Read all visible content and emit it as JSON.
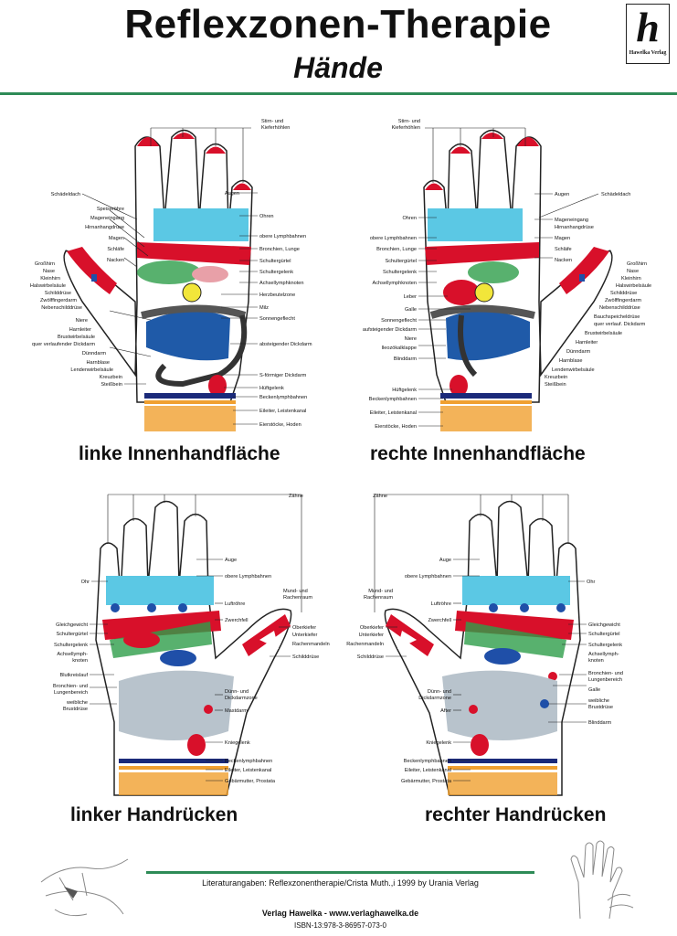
{
  "header": {
    "title": "Reflexzonen-Therapie",
    "subtitle": "Hände",
    "logo_letter": "h",
    "logo_text": "Hawelka Verlag"
  },
  "captions": {
    "palm_left": "linke Innenhandfläche",
    "palm_right": "rechte Innenhandfläche",
    "back_left": "linker Handrücken",
    "back_right": "rechter Handrücken"
  },
  "labels": {
    "pl": [
      "Stirn- und",
      "Kieferhöhlen",
      "Augen",
      "Ohren",
      "obere Lymphbahnen",
      "Bronchien, Lunge",
      "Schultergürtel",
      "Schultergelenk",
      "Achsellymphknoten",
      "Herzbeutelzone",
      "Milz",
      "Sonnengeflecht",
      "absteigender Dickdarm",
      "S-förmiger Dickdarm",
      "Hüftgelenk",
      "Beckenlymphbahnen",
      "Eileiter, Leistenkanal",
      "Eierstöcke, Hoden",
      "Schädeldach",
      "Speiseröhre",
      "Mageneingang",
      "Hirnanhangdrüse",
      "Magen",
      "Schläfe",
      "Nacken",
      "Großhirn",
      "Nase",
      "Kleinhirn",
      "Halswirbelsäule",
      "Schilddrüse",
      "Zwölffingerdarm",
      "Nebenschilddrüse",
      "Niere",
      "Harnleiter",
      "Brustwirbelsäule",
      "quer verlaufender Dickdarm",
      "Dünndarm",
      "Harnblase",
      "Lendenwirbelsäule",
      "Kreuzbein",
      "Steißbein"
    ],
    "pr": [
      "Stirn- und",
      "Kieferhöhlen",
      "Ohren",
      "obere Lymphbahnen",
      "Bronchien, Lunge",
      "Schultergürtel",
      "Schultergelenk",
      "Achsellymphknoten",
      "Leber",
      "Galle",
      "Sonnengeflecht",
      "aufsteigender Dickdarm",
      "Niere",
      "Ileozökalklappe",
      "Blinddarm",
      "Hüftgelenk",
      "Beckenlymphbahnen",
      "Eileiter, Leistenkanal",
      "Eierstöcke, Hoden",
      "Augen",
      "Mageneingang",
      "Hirnanhangdrüse",
      "Magen",
      "Schläfe",
      "Nacken",
      "Schädeldach",
      "Großhirn",
      "Nase",
      "Kleinhirn",
      "Halswirbelsäule",
      "Schilddrüse",
      "Zwölffingerdarm",
      "Nebenschilddrüse",
      "Bauchspeicheldrüse",
      "quer verlauf. Dickdarm",
      "Brustwirbelsäule",
      "Harnleiter",
      "Dünndarm",
      "Harnblase",
      "Lendenwirbelsäule",
      "Kreuzbein",
      "Steißbein"
    ],
    "bl": [
      "Zähne",
      "Auge",
      "obere Lymphbahnen",
      "Ohr",
      "Mund- und",
      "Rachenraum",
      "Luftröhre",
      "Zwerchfell",
      "Oberkiefer",
      "Unterkiefer",
      "Rachenmandeln",
      "Schilddrüse",
      "Gleichgewicht",
      "Schultergürtel",
      "Schultergelenk",
      "Achsellymph-",
      "knoten",
      "Blutkreislauf",
      "Bronchien- und",
      "Lungenbereich",
      "weibliche",
      "Brustdrüse",
      "Dünn- und",
      "Dickdarmzone",
      "Mastdarm",
      "Kniegelenk",
      "Beckenlymphbahnen",
      "Eileiter, Leistenkanal",
      "Gebärmutter, Prostata"
    ],
    "br": [
      "Zähne",
      "Auge",
      "obere Lymphbahnen",
      "Mund- und",
      "Rachenraum",
      "Luftröhre",
      "Zwerchfell",
      "Ohr",
      "Oberkiefer",
      "Unterkiefer",
      "Rachenmandeln",
      "Schilddrüse",
      "Gleichgewicht",
      "Schultergürtel",
      "Schultergelenk",
      "Achsellymph-",
      "knoten",
      "Bronchien- und",
      "Lungenbereich",
      "Galle",
      "weibliche",
      "Brustdrüse",
      "Blinddarm",
      "Dünn- und",
      "Dickdarmzone",
      "After",
      "Kniegelenk",
      "Beckenlymphbahnen",
      "Eileiter, Leistenkanal",
      "Gebärmutter, Prostata"
    ]
  },
  "footer": {
    "literature": "Literaturangaben: Reflexzonentherapie/Crista Muth.,i 1999 by Urania Verlag",
    "publisher": "Verlag Hawelka - www.verlaghawelka.de",
    "isbn": "ISBN-13:978-3-86957-073-0"
  },
  "colors": {
    "red": "#d8102a",
    "cyan": "#5bc8e4",
    "blue": "#1f4fa8",
    "green": "#2e9e4a",
    "orange": "#f0a030",
    "gray": "#8a8a8a",
    "navy": "#1b2a7a",
    "rule": "#2e8b57"
  }
}
